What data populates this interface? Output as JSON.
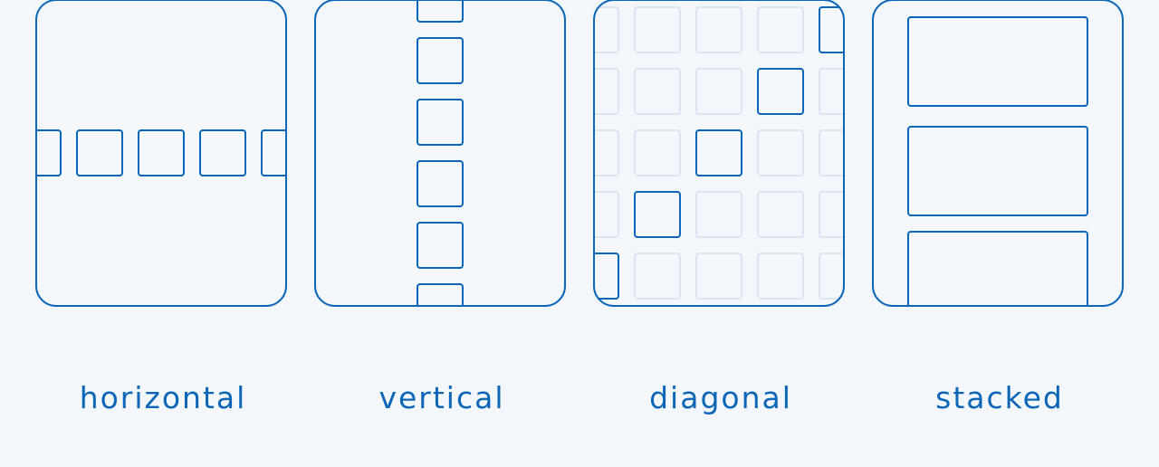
{
  "colors": {
    "background": "#f3f7fb",
    "stroke": "#0b66b8",
    "faint_stroke": "#d9e6f2"
  },
  "panels": [
    {
      "label": "horizontal",
      "icon": "horizontal-scroll-icon"
    },
    {
      "label": "vertical",
      "icon": "vertical-scroll-icon"
    },
    {
      "label": "diagonal",
      "icon": "diagonal-scroll-icon"
    },
    {
      "label": "stacked",
      "icon": "stacked-cards-icon"
    }
  ]
}
